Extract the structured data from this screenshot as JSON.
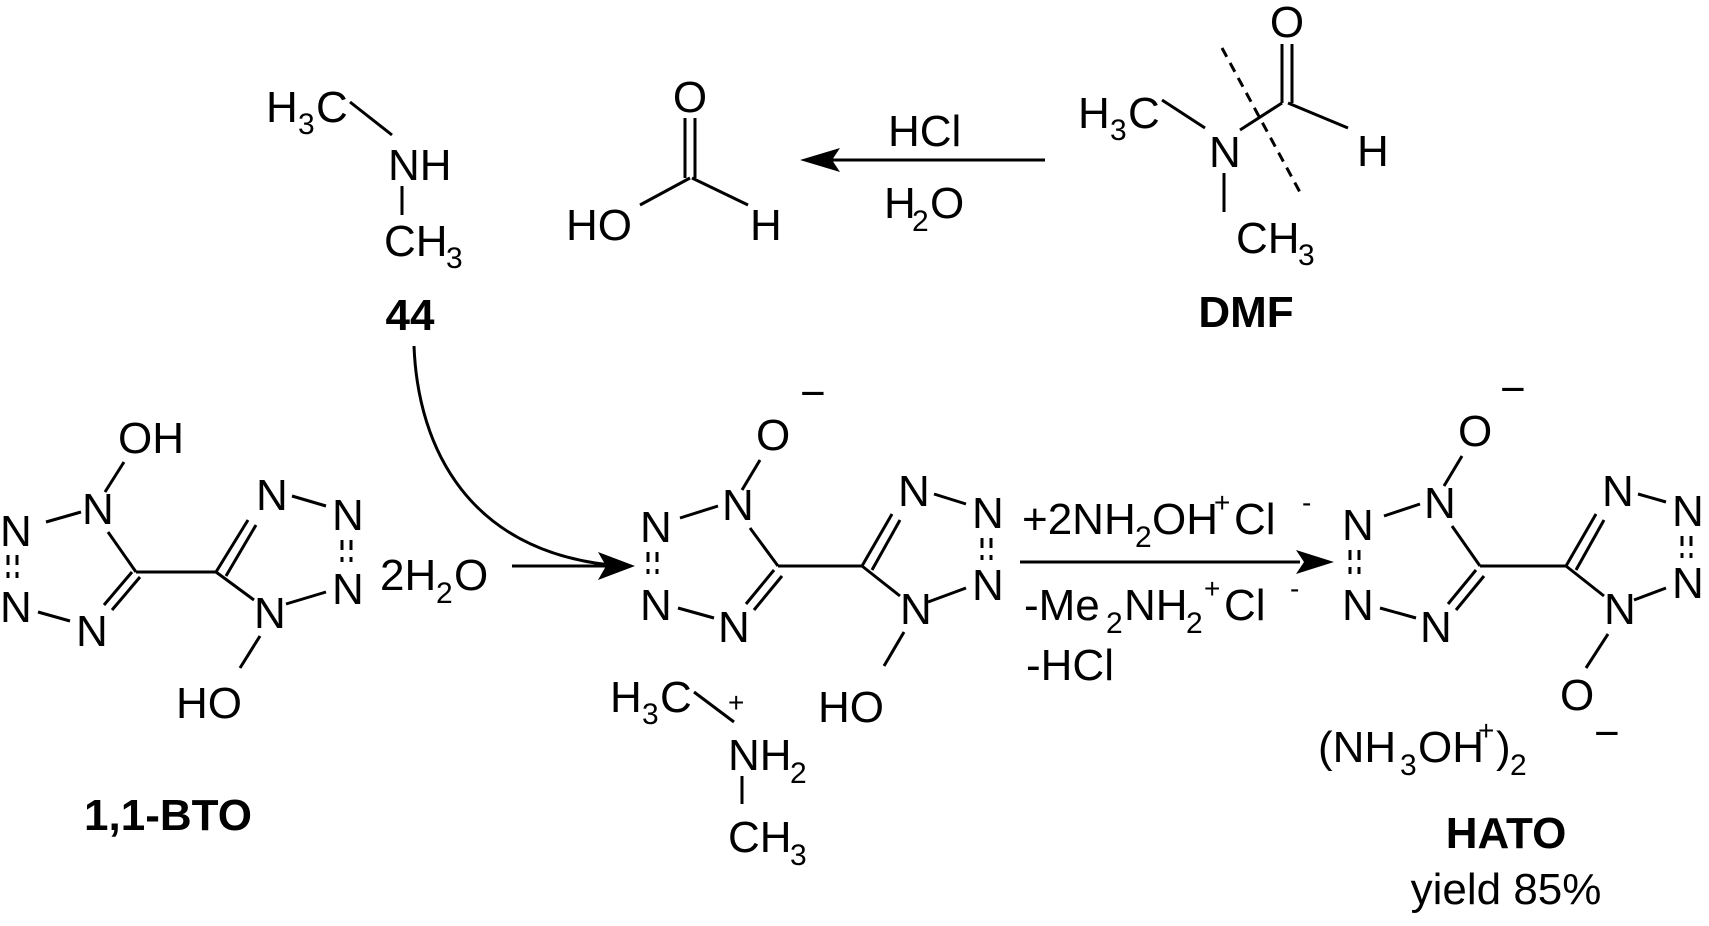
{
  "atoms": {
    "N": "N",
    "O": "O",
    "H": "H",
    "C": "C",
    "OH": "OH",
    "HO": "HO",
    "NH": "NH",
    "CH": "CH",
    "H3C_H": "H",
    "sub3": "3",
    "sub2": "2",
    "minus": "−",
    "plus": "+"
  },
  "labels": {
    "methylamine_number": "44",
    "dmf": "DMF",
    "start": "1,1-BTO",
    "product": "HATO",
    "yield": "yield 85%",
    "counter_ion_open": "(NH",
    "counter_ion_mid": "OH",
    "counter_ion_close": ")"
  },
  "reagents": {
    "hcl": "HCl",
    "water_left": "H",
    "water_right": "O",
    "two_water_a": "2H",
    "two_water_b": "O",
    "plus_nh2oh_a": "+2NH",
    "plus_nh2oh_b": "OH",
    "plus_nh2oh_c": "Cl",
    "minus_me2_a": "-Me",
    "minus_me2_b": "NH",
    "minus_me2_c": "Cl",
    "minus_hcl": "-HCl",
    "chloride_minus": "-"
  }
}
